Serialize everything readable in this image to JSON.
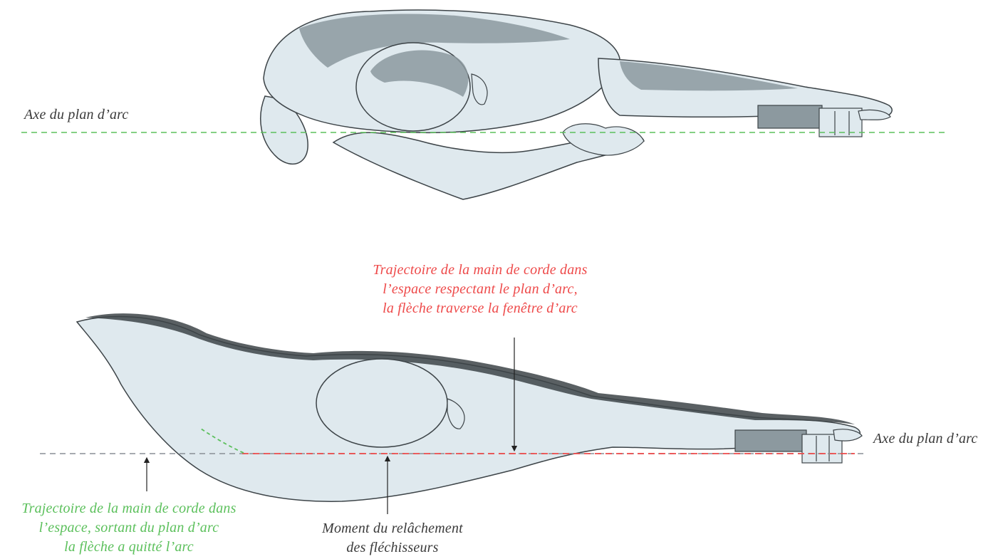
{
  "colors": {
    "bow_plane_axis_top": "#5cc05c",
    "bow_plane_axis_bottom": "#8a8f95",
    "respecting_trajectory": "#ee4a4a",
    "leaving_trajectory": "#5cc05c",
    "figure_light": "#dfe9ee",
    "figure_shade": "#8c999f",
    "figure_outline": "#3d4448",
    "text_dark": "#3a3a3a"
  },
  "top_view": {
    "axis_label": "Axe du plan d’arc",
    "figure_icon": "archer-top-view-full-draw"
  },
  "bottom_view": {
    "axis_label": "Axe du plan d’arc",
    "figure_icon": "archer-top-view-release",
    "trajectory_in_plane": {
      "lines": [
        "Trajectoire de la main de corde dans",
        "l’espace respectant le plan d’arc,",
        "la flèche traverse la fenêtre d’arc"
      ]
    },
    "trajectory_out_of_plane": {
      "lines": [
        "Trajectoire de la main de corde dans",
        "l’espace, sortant du plan d’arc",
        "la flèche a quitté l’arc"
      ]
    },
    "release_moment": {
      "lines": [
        "Moment du relâchement",
        "des fléchisseurs"
      ]
    }
  }
}
